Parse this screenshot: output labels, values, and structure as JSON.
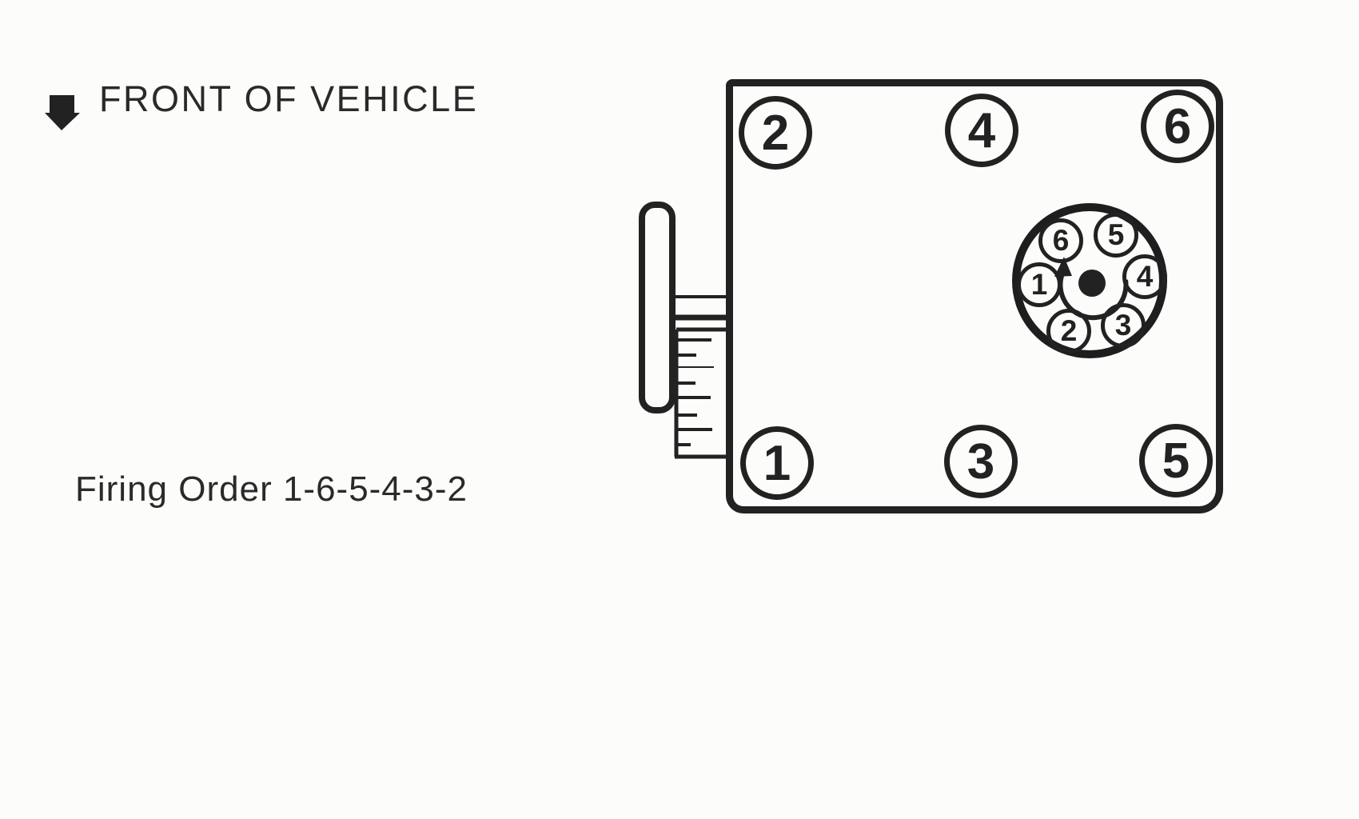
{
  "page": {
    "paper_color": "#fcfcfa",
    "ink_color": "#222222"
  },
  "labels": {
    "front_of_vehicle": "FRONT OF VEHICLE",
    "firing_order": "Firing Order 1-6-5-4-3-2"
  },
  "engine": {
    "description": "V6 cylinder layout viewed from above, front of vehicle to the left",
    "cylinders": [
      {
        "label": "2",
        "position": "top-left"
      },
      {
        "label": "4",
        "position": "top-middle"
      },
      {
        "label": "6",
        "position": "top-right"
      },
      {
        "label": "1",
        "position": "bottom-left"
      },
      {
        "label": "3",
        "position": "bottom-middle"
      },
      {
        "label": "5",
        "position": "bottom-right"
      }
    ]
  },
  "distributor": {
    "rotation_direction": "counterclockwise",
    "terminals": [
      {
        "label": "6",
        "position": "upper-left"
      },
      {
        "label": "5",
        "position": "upper-right"
      },
      {
        "label": "1",
        "position": "left"
      },
      {
        "label": "4",
        "position": "right"
      },
      {
        "label": "2",
        "position": "lower-left"
      },
      {
        "label": "3",
        "position": "lower-right"
      }
    ]
  }
}
